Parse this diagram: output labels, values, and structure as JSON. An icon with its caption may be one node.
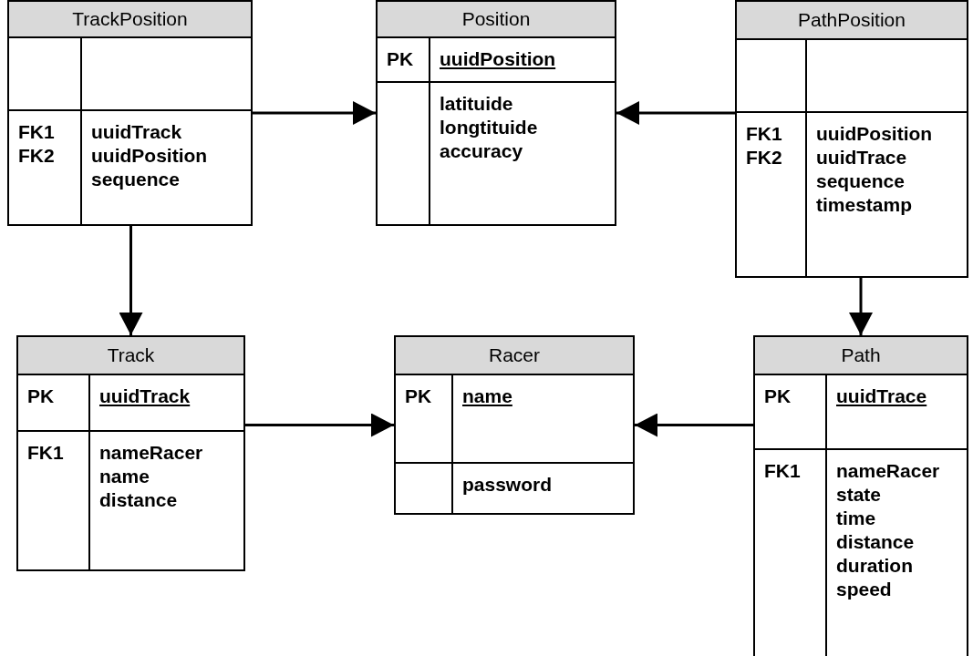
{
  "diagram": {
    "nodes": [
      {
        "text": [
          "TrackPosition"
        ]
      },
      {
        "text": [],
        "shape": "box",
        "in": 0
      },
      {
        "text": [
          "FK1 FK2",
          "uuidTrack uuidPosition sequence"
        ],
        "in": 0
      },
      {
        "text": [
          "Position"
        ]
      },
      {
        "text": [
          "PK",
          "uuidPosition"
        ],
        "in": 3
      },
      {
        "text": [
          "latituide longtituide accuracy"
        ],
        "in": 3
      },
      {
        "text": [
          "PathPosition"
        ]
      },
      {
        "text": [],
        "shape": "box",
        "in": 6
      },
      {
        "text": [
          "FK1 FK2",
          "uuidPosition uuidTrace sequence timestamp"
        ],
        "in": 6
      },
      {
        "text": [
          "Track"
        ]
      },
      {
        "text": [
          "PK",
          "uuidTrack"
        ],
        "in": 9
      },
      {
        "text": [
          "FK1",
          "nameRacer name distance"
        ],
        "in": 9
      },
      {
        "text": [
          "Racer"
        ]
      },
      {
        "text": [
          "PK",
          "name"
        ],
        "in": 12
      },
      {
        "text": [
          "password"
        ],
        "in": 12
      },
      {
        "text": [
          "Path"
        ]
      },
      {
        "text": [
          "PK",
          "uuidTrace"
        ],
        "in": 15
      },
      {
        "text": [
          "FK1",
          "nameRacer state time distance duration speed"
        ],
        "in": 15
      }
    ],
    "edges": [
      {
        "from": 0,
        "to": 3,
        "arrow": "to"
      },
      {
        "from": 6,
        "to": 3,
        "arrow": "to"
      },
      {
        "from": 0,
        "to": 9,
        "arrow": "to"
      },
      {
        "from": 6,
        "to": 15,
        "arrow": "to"
      },
      {
        "from": 9,
        "to": 12,
        "arrow": "to"
      },
      {
        "from": 15,
        "to": 12,
        "arrow": "to"
      }
    ]
  }
}
